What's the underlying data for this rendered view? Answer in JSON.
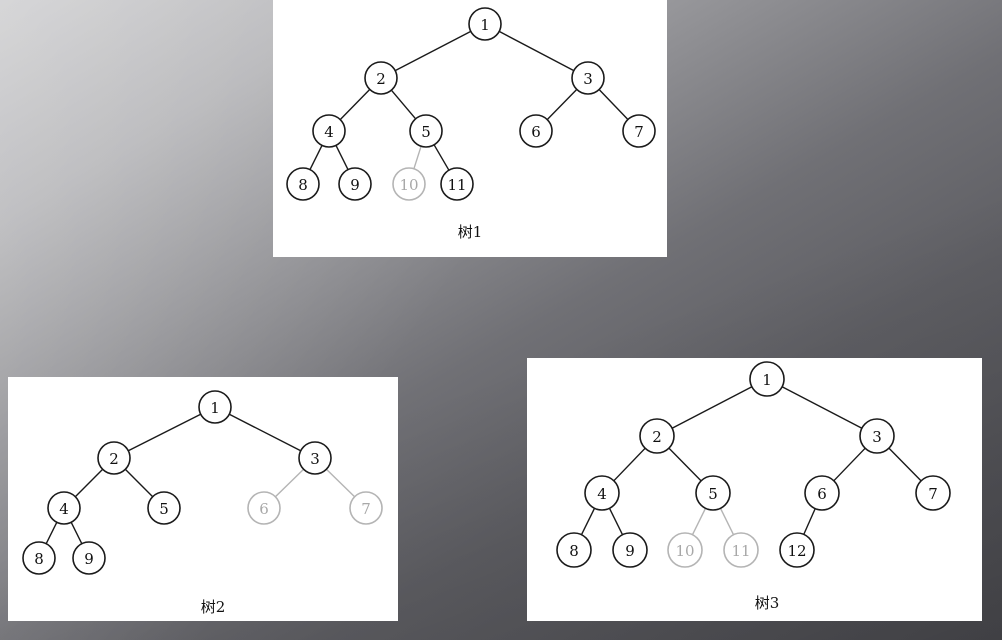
{
  "trees": [
    {
      "id": "tree1",
      "caption": "树1",
      "nodes": [
        {
          "label": "1",
          "faded": false
        },
        {
          "label": "2",
          "faded": false
        },
        {
          "label": "3",
          "faded": false
        },
        {
          "label": "4",
          "faded": false
        },
        {
          "label": "5",
          "faded": false
        },
        {
          "label": "6",
          "faded": false
        },
        {
          "label": "7",
          "faded": false
        },
        {
          "label": "8",
          "faded": false
        },
        {
          "label": "9",
          "faded": false
        },
        {
          "label": "10",
          "faded": true
        },
        {
          "label": "11",
          "faded": false
        }
      ],
      "edges": [
        [
          "1",
          "2"
        ],
        [
          "1",
          "3"
        ],
        [
          "2",
          "4"
        ],
        [
          "2",
          "5"
        ],
        [
          "3",
          "6"
        ],
        [
          "3",
          "7"
        ],
        [
          "4",
          "8"
        ],
        [
          "4",
          "9"
        ],
        [
          "5",
          "10"
        ],
        [
          "5",
          "11"
        ]
      ]
    },
    {
      "id": "tree2",
      "caption": "树2",
      "nodes": [
        {
          "label": "1",
          "faded": false
        },
        {
          "label": "2",
          "faded": false
        },
        {
          "label": "3",
          "faded": false
        },
        {
          "label": "4",
          "faded": false
        },
        {
          "label": "5",
          "faded": false
        },
        {
          "label": "6",
          "faded": true
        },
        {
          "label": "7",
          "faded": true
        },
        {
          "label": "8",
          "faded": false
        },
        {
          "label": "9",
          "faded": false
        }
      ],
      "edges": [
        [
          "1",
          "2"
        ],
        [
          "1",
          "3"
        ],
        [
          "2",
          "4"
        ],
        [
          "2",
          "5"
        ],
        [
          "3",
          "6"
        ],
        [
          "3",
          "7"
        ],
        [
          "4",
          "8"
        ],
        [
          "4",
          "9"
        ]
      ]
    },
    {
      "id": "tree3",
      "caption": "树3",
      "nodes": [
        {
          "label": "1",
          "faded": false
        },
        {
          "label": "2",
          "faded": false
        },
        {
          "label": "3",
          "faded": false
        },
        {
          "label": "4",
          "faded": false
        },
        {
          "label": "5",
          "faded": false
        },
        {
          "label": "6",
          "faded": false
        },
        {
          "label": "7",
          "faded": false
        },
        {
          "label": "8",
          "faded": false
        },
        {
          "label": "9",
          "faded": false
        },
        {
          "label": "10",
          "faded": true
        },
        {
          "label": "11",
          "faded": true
        },
        {
          "label": "12",
          "faded": false
        }
      ],
      "edges": [
        [
          "1",
          "2"
        ],
        [
          "1",
          "3"
        ],
        [
          "2",
          "4"
        ],
        [
          "2",
          "5"
        ],
        [
          "3",
          "6"
        ],
        [
          "3",
          "7"
        ],
        [
          "4",
          "8"
        ],
        [
          "4",
          "9"
        ],
        [
          "5",
          "10"
        ],
        [
          "5",
          "11"
        ],
        [
          "6",
          "12"
        ]
      ]
    }
  ],
  "colors": {
    "node_stroke": "#1a1a1a",
    "faded_stroke": "#b4b4b4",
    "faded_text": "#a8a8a8",
    "panel_background": "#ffffff"
  }
}
